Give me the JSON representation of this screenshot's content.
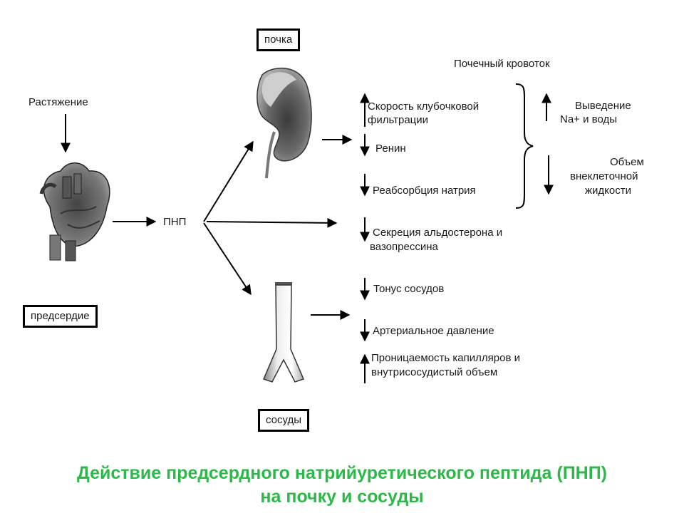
{
  "labels": {
    "kidney": "почка",
    "renal_blood_flow": "Почечный кровоток",
    "stretch": "Растяжение",
    "gfr": "Скорость клубочковой фильтрации",
    "gfr_line1": "Скорость клубочковой",
    "gfr_line2": "фильтрации",
    "renin": "Ренин",
    "sodium_reabsorption": "Реабсорбция натрия",
    "excretion_line1": "Выведение",
    "excretion_line2": "Na+ и воды",
    "ecf_line1": "Объем",
    "ecf_line2": "внеклеточной",
    "ecf_line3": "жидкости",
    "anp": "ПНП",
    "aldo_line1": "Секреция альдостерона и",
    "aldo_line2": "вазопрессина",
    "atrium": "предсердие",
    "vascular_tone": "Тонус сосудов",
    "arterial_pressure": "Артериальное давление",
    "perm_line1": "Проницаемость капилляров и",
    "perm_line2": "внутрисосудистый объем",
    "vessels": "сосуды"
  },
  "caption": {
    "line1": "Действие предсердного натрийуретического пептида (ПНП)",
    "line2": "на почку и сосуды"
  },
  "effects": [
    {
      "name": "gfr",
      "direction": "up"
    },
    {
      "name": "renin",
      "direction": "down"
    },
    {
      "name": "sodium_reabsorption",
      "direction": "down"
    },
    {
      "name": "excretion",
      "direction": "up"
    },
    {
      "name": "ecf_volume",
      "direction": "down"
    },
    {
      "name": "aldosterone_vasopressin",
      "direction": "down"
    },
    {
      "name": "vascular_tone",
      "direction": "down"
    },
    {
      "name": "arterial_pressure",
      "direction": "down"
    },
    {
      "name": "capillary_permeability",
      "direction": "up"
    }
  ],
  "colors": {
    "caption": "#2db84a",
    "ink": "#1a1a1a"
  },
  "icons": [
    "heart-image",
    "kidney-image",
    "vessel-image"
  ]
}
